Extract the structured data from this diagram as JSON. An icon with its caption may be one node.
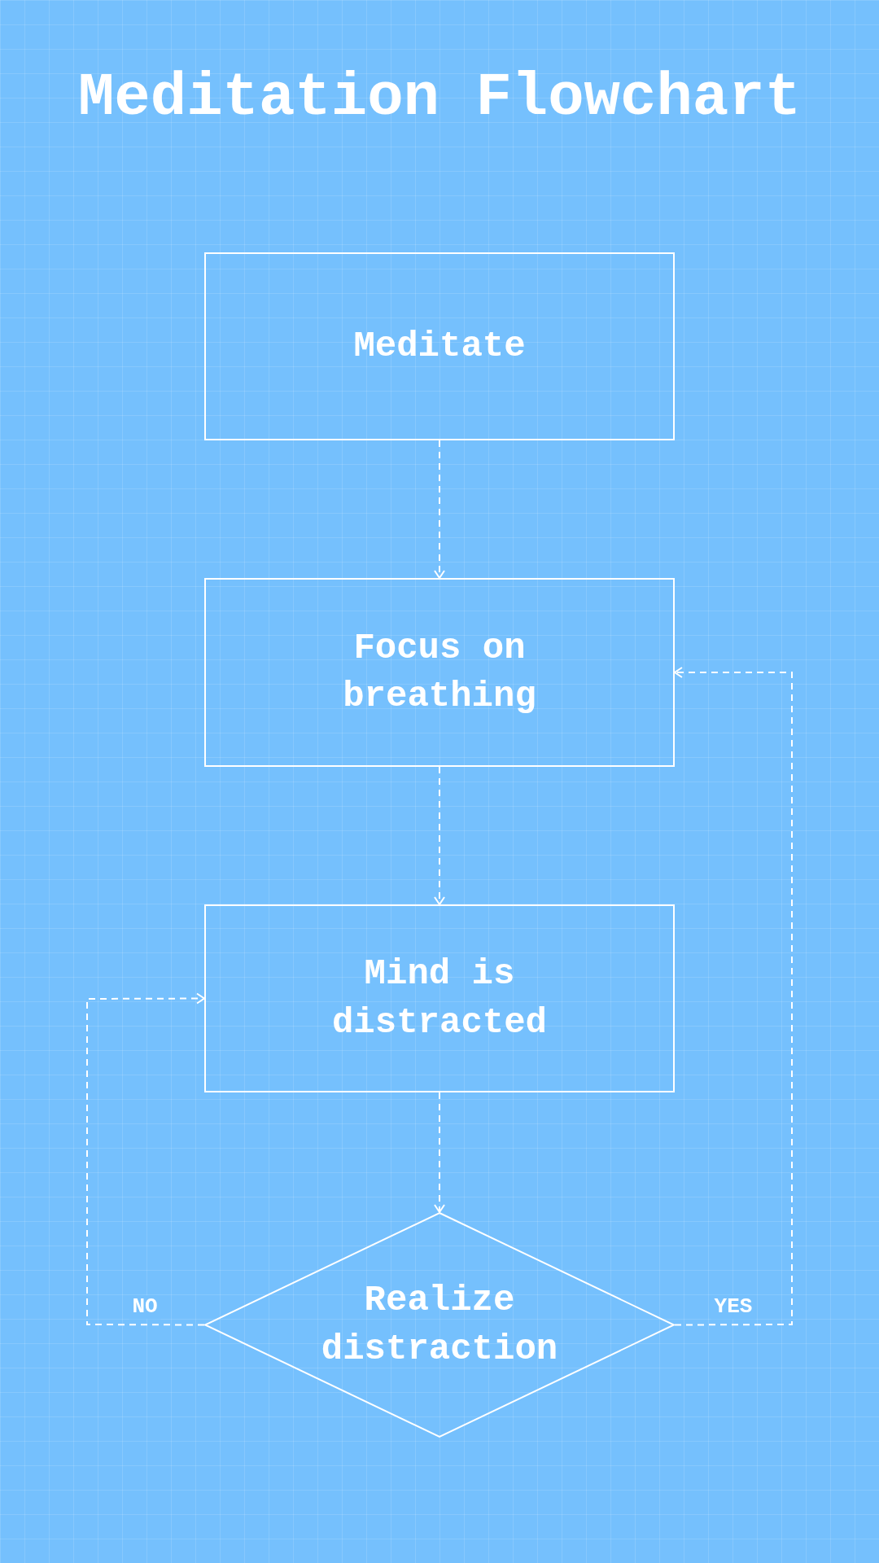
{
  "diagram": {
    "title": "Meditation Flowchart",
    "nodes": [
      {
        "text": [
          "Meditate"
        ]
      },
      {
        "text": [
          "Focus on breathing"
        ]
      },
      {
        "text": [
          "Mind is distracted"
        ]
      },
      {
        "text": [
          "Realize distraction"
        ]
      }
    ],
    "edges": [
      {
        "from": 0,
        "to": 1,
        "arrow": "to",
        "style": "dashed"
      },
      {
        "from": 1,
        "to": 2,
        "arrow": "to",
        "style": "dashed"
      },
      {
        "from": 2,
        "to": 3,
        "arrow": "to",
        "style": "dashed"
      },
      {
        "from": 3,
        "to": 2,
        "arrow": "to",
        "style": "dashed",
        "label": "NO"
      },
      {
        "from": 3,
        "to": 1,
        "arrow": "to",
        "style": "dashed",
        "label": "YES"
      }
    ]
  }
}
